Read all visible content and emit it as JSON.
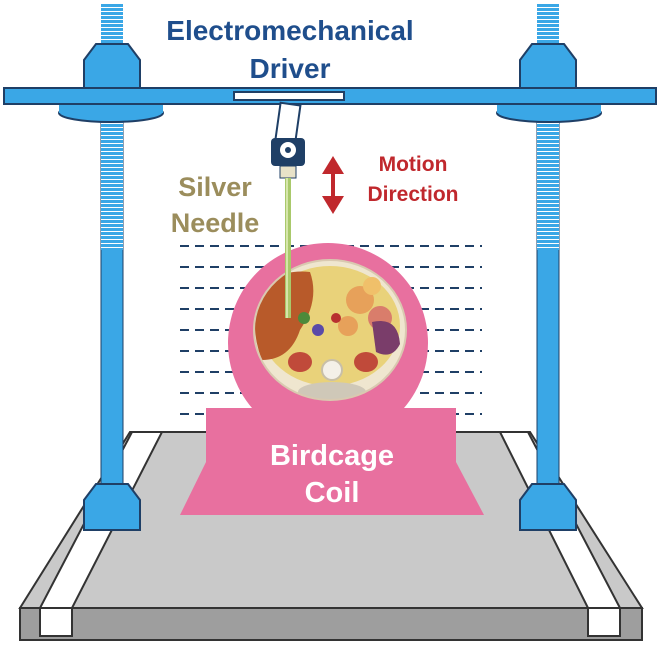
{
  "labels": {
    "driver_line1": "Electromechanical",
    "driver_line2": "Driver",
    "needle_line1": "Silver",
    "needle_line2": "Needle",
    "motion_line1": "Motion",
    "motion_line2": "Direction",
    "coil_line1": "Birdcage",
    "coil_line2": "Coil"
  },
  "colors": {
    "frame_blue": "#3aa7e6",
    "frame_stroke": "#1f3f66",
    "driver_text": "#1f4e8c",
    "needle_text": "#9b8d5c",
    "motion_text": "#c0282d",
    "coil_pink": "#e8709f",
    "bed_top": "#c9c9c9",
    "bed_side": "#9e9e9e",
    "bed_stroke": "#333333",
    "needle_green": "#a9c96b"
  },
  "icons": {
    "motion": "double-headed-arrow-icon",
    "anatomy": "abdominal-cross-section-image"
  }
}
